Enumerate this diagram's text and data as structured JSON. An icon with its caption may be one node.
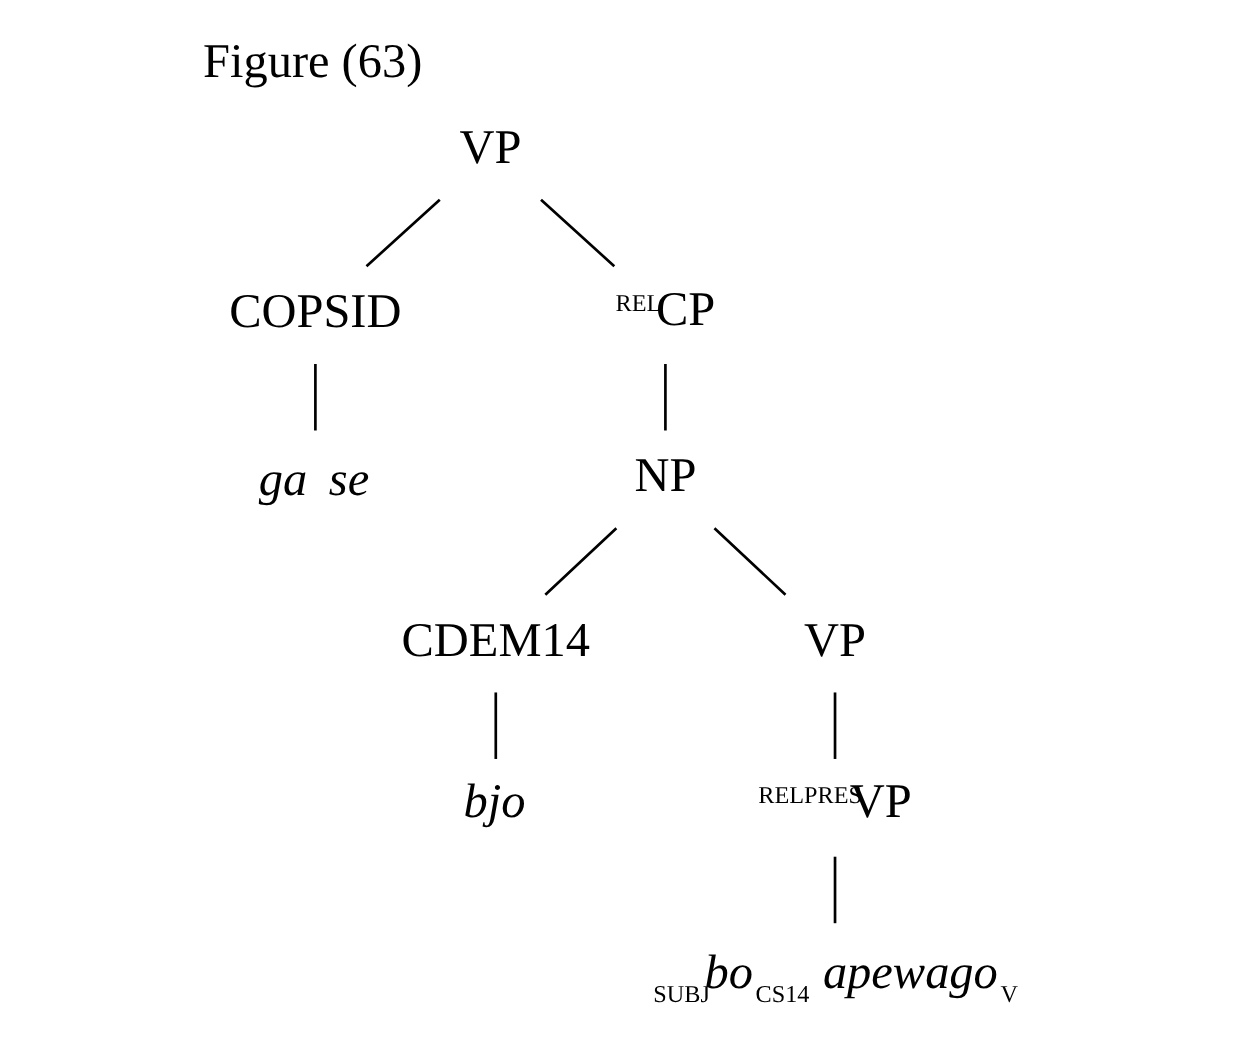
{
  "diagram": {
    "title": "Figure (63)",
    "nodes": [
      {
        "text": [
          "VP"
        ]
      },
      {
        "text": [
          "COPSID"
        ]
      },
      {
        "text": [
          "$^{REL}$CP"
        ]
      },
      {
        "text": [
          "ga se"
        ]
      },
      {
        "text": [
          "NP"
        ]
      },
      {
        "text": [
          "CDEM14"
        ]
      },
      {
        "text": [
          "VP"
        ]
      },
      {
        "text": [
          "bjo"
        ]
      },
      {
        "text": [
          "$^{RELPRES}$VP"
        ]
      },
      {
        "text": [
          "$_{SUBJ}$*bo*$_{CS14}$ *apewago*$_{V}$"
        ]
      }
    ],
    "edges": [
      {
        "from": 0,
        "to": 1,
        "arrow": "none"
      },
      {
        "from": 0,
        "to": 2,
        "arrow": "none"
      },
      {
        "from": 1,
        "to": 3,
        "arrow": "none"
      },
      {
        "from": 2,
        "to": 4,
        "arrow": "none"
      },
      {
        "from": 4,
        "to": 5,
        "arrow": "none"
      },
      {
        "from": 4,
        "to": 6,
        "arrow": "none"
      },
      {
        "from": 5,
        "to": 7,
        "arrow": "none"
      },
      {
        "from": 6,
        "to": 8,
        "arrow": "none"
      },
      {
        "from": 8,
        "to": 9,
        "arrow": "none"
      }
    ]
  }
}
